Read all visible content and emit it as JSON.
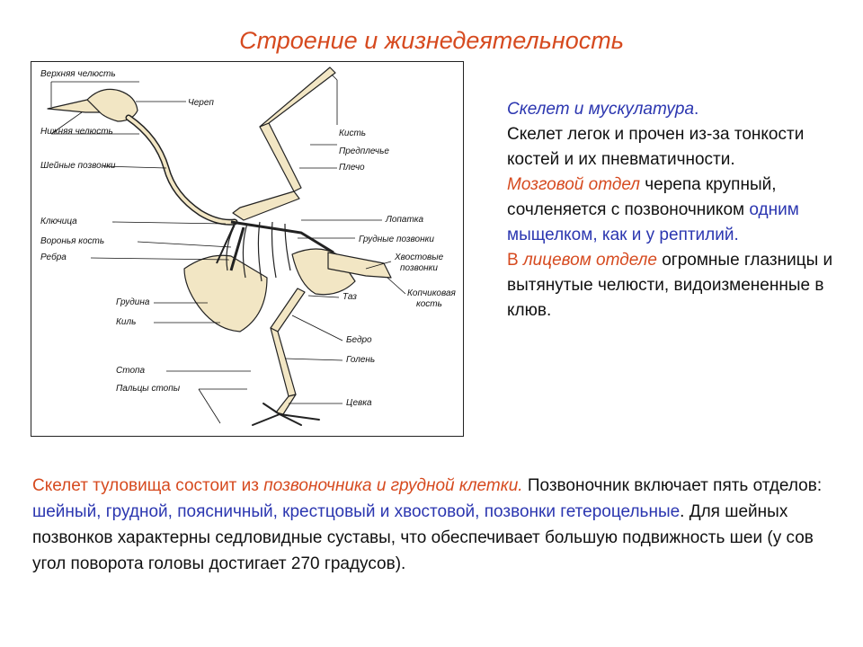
{
  "title": "Строение и жизнедеятельность",
  "figure": {
    "labels": {
      "upper_jaw": "Верхняя челюсть",
      "skull": "Череп",
      "lower_jaw": "Нижняя челюсть",
      "hand": "Кисть",
      "forearm": "Предплечье",
      "neck_vertebrae": "Шейные позвонки",
      "shoulder": "Плечо",
      "clavicle": "Ключица",
      "scapula": "Лопатка",
      "coracoid": "Воронья кость",
      "thoracic_vertebrae": "Грудные позвонки",
      "ribs": "Ребра",
      "tail_vertebrae_1": "Хвостовые",
      "tail_vertebrae_2": "позвонки",
      "pygostyle_1": "Копчиковая",
      "pygostyle_2": "кость",
      "sternum": "Грудина",
      "pelvis": "Таз",
      "keel": "Киль",
      "femur": "Бедро",
      "shin": "Голень",
      "foot": "Стопа",
      "toes": "Пальцы стопы",
      "tarsus": "Цевка"
    }
  },
  "side_text": {
    "p1_a": "Скелет и мускулатура",
    "p1_b": ".",
    "p2": "Скелет легок и прочен из-за тонкости костей и их пневматичности.",
    "p3_a": "Мозговой отдел",
    "p3_b": " черепа крупный, сочленяется с позвоночником ",
    "p3_c": "одним мыщелком, как и у рептилий.",
    "p4_a": "В ",
    "p4_b": "лицевом отделе",
    "p4_c": " огромные глазницы и вытянутые челюсти, видоизмененные в клюв."
  },
  "bottom_text": {
    "a": "Скелет туловища состоит из ",
    "b": "позвоночника и грудной клетки.",
    "c": " Позвоночник включает пять отделов: ",
    "d": "шейный, грудной, поясничный, крестцовый и хвостовой, позвонки гетероцельные",
    "e": ". Для шейных позвонков характерны седловидные суставы, что обеспечивает большую подвижность шеи (у сов угол поворота головы достигает 270 градусов)."
  },
  "colors": {
    "accent_red": "#d64a1f",
    "accent_blue": "#2b36b0",
    "bone_fill": "#f2e6c4"
  }
}
